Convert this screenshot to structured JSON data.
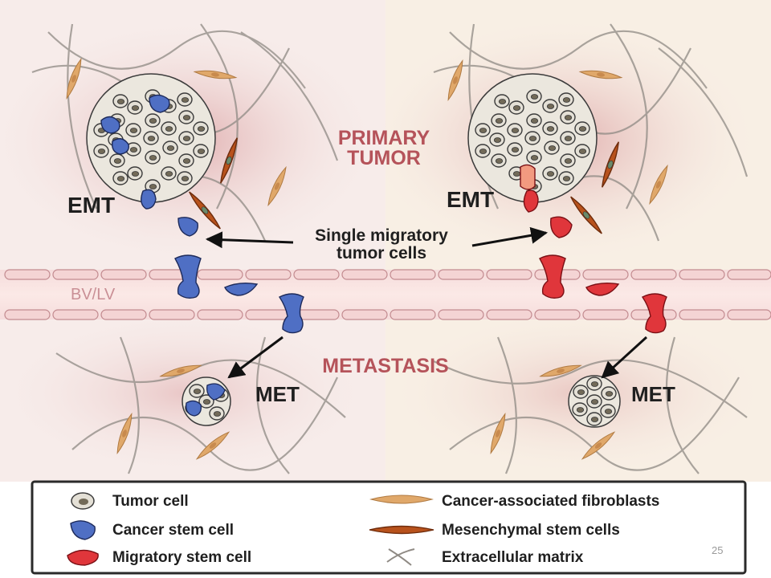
{
  "figure": {
    "primary_tumor_line1": "PRIMARY",
    "primary_tumor_line2": "TUMOR",
    "metastasis": "METASTASIS",
    "emt_left": "EMT",
    "emt_right": "EMT",
    "met_left": "MET",
    "met_right": "MET",
    "single_migratory_line1": "Single migratory",
    "single_migratory_line2": "tumor cells",
    "vessel": "BV/LV"
  },
  "legend": {
    "tumor_cell": "Tumor cell",
    "cancer_stem_cell": "Cancer stem cell",
    "migratory_stem_cell": "Migratory stem cell",
    "caf": "Cancer-associated fibroblasts",
    "msc": "Mesenchymal stem cells",
    "ecm": "Extracellular matrix"
  },
  "slide_number": "25",
  "colors": {
    "cancer_stem_blue": "#4f6fc4",
    "migratory_red": "#e0363b",
    "tumor_cell_fill": "#e4e0d6",
    "fibroblast": "#e0a86a",
    "mesenchymal": "#b8521c",
    "heading_red": "#b5535a"
  }
}
